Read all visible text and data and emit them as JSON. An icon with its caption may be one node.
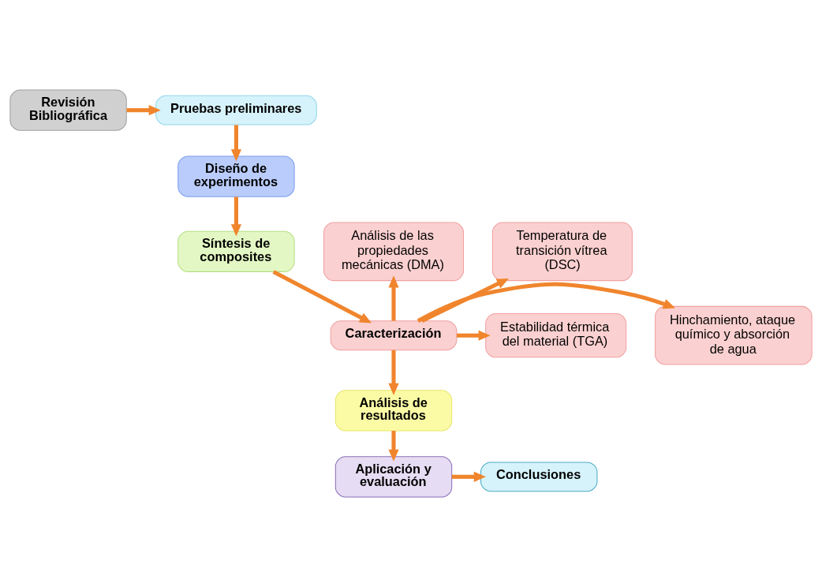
{
  "diagram": {
    "nodes": [
      {
        "text": [
          "Revisión Bibliográfica"
        ]
      },
      {
        "text": [
          "Pruebas preliminares"
        ]
      },
      {
        "text": [
          "Diseño de experimentos"
        ]
      },
      {
        "text": [
          "Síntesis de composites"
        ]
      },
      {
        "text": [
          "Análisis de las propiedades mecánicas (DMA)"
        ]
      },
      {
        "text": [
          "Temperatura de transición vítrea (DSC)"
        ]
      },
      {
        "text": [
          "Caracterización"
        ]
      },
      {
        "text": [
          "Hinchamiento, ataque químico y absorción de agua"
        ]
      },
      {
        "text": [
          "Estabilidad térmica del material (TGA)"
        ]
      },
      {
        "text": [
          "Análisis de resultados"
        ]
      },
      {
        "text": [
          "Aplicación y evaluación"
        ]
      },
      {
        "text": [
          "Conclusiones"
        ]
      }
    ],
    "edges": [
      {
        "from": 0,
        "to": 1,
        "arrow": "to"
      },
      {
        "from": 1,
        "to": 2,
        "arrow": "to"
      },
      {
        "from": 2,
        "to": 3,
        "arrow": "to"
      },
      {
        "from": 3,
        "to": 6,
        "arrow": "to"
      },
      {
        "from": 6,
        "to": 4,
        "arrow": "to"
      },
      {
        "from": 6,
        "to": 5,
        "arrow": "to"
      },
      {
        "from": 6,
        "to": 7,
        "arrow": "to"
      },
      {
        "from": 6,
        "to": 8,
        "arrow": "to"
      },
      {
        "from": 6,
        "to": 9,
        "arrow": "to"
      },
      {
        "from": 9,
        "to": 10,
        "arrow": "to"
      },
      {
        "from": 10,
        "to": 11,
        "arrow": "to"
      }
    ]
  }
}
